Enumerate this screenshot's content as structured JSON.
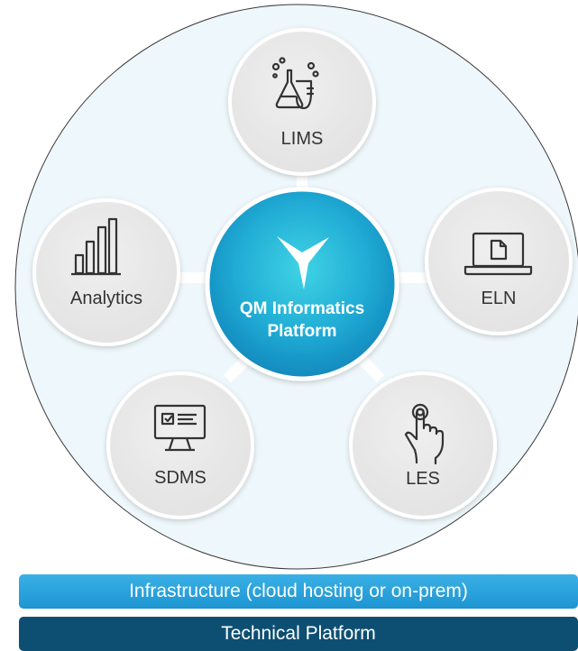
{
  "hub": {
    "line1": "QM Informatics",
    "line2": "Platform",
    "icon": "tri-star-logo-icon"
  },
  "modules": [
    {
      "label": "LIMS",
      "icon": "lab-flasks-icon"
    },
    {
      "label": "ELN",
      "icon": "laptop-document-icon"
    },
    {
      "label": "LES",
      "icon": "touch-hand-icon"
    },
    {
      "label": "SDMS",
      "icon": "monitor-checklist-icon"
    },
    {
      "label": "Analytics",
      "icon": "bar-chart-icon"
    }
  ],
  "layers": {
    "infrastructure": "Infrastructure (cloud hosting or on-prem)",
    "technical": "Technical Platform"
  },
  "colors": {
    "outer_circle": "#eef7fb",
    "module_fill": "#e7e7e7",
    "hub_center": "#35c2dd",
    "hub_edge": "#0f8fbf",
    "infrastructure_bar": "#2aa3dc",
    "technical_bar": "#0d4f72"
  }
}
